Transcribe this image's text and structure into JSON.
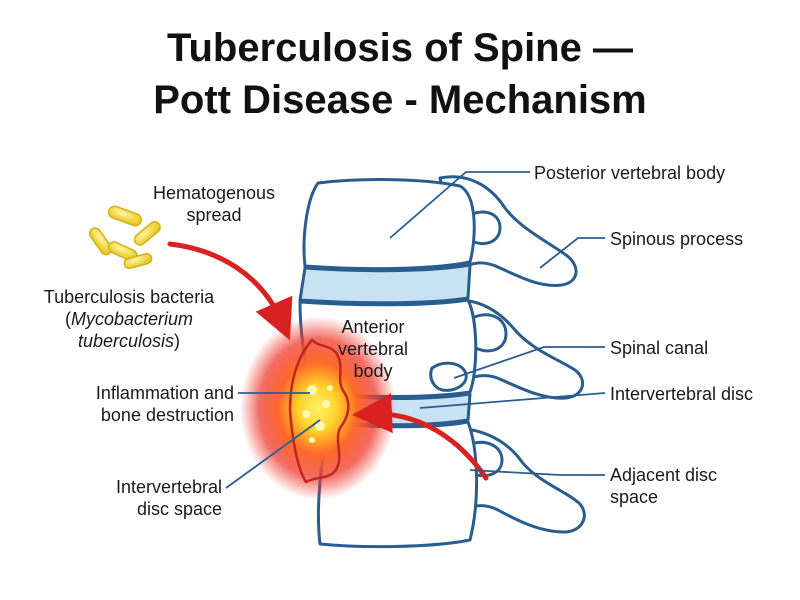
{
  "title": {
    "line1": "Tuberculosis of Spine —",
    "line2": "Pott Disease - Mechanism"
  },
  "labels": {
    "hematogenous_1": "Hematogenous",
    "hematogenous_2": "spread",
    "bacteria_1": "Tuberculosis bacteria",
    "bacteria_2_open": "(",
    "bacteria_2_italic": "Mycobacterium",
    "bacteria_3_italic": "tuberculosis",
    "bacteria_3_close": ")",
    "inflammation_1": "Inflammation and",
    "inflammation_2": "bone destruction",
    "disc_space_1": "Intervertebral",
    "disc_space_2": "disc space",
    "anterior_1": "Anterior",
    "anterior_2": "vertebral",
    "anterior_3": "body",
    "posterior": "Posterior vertebral body",
    "spinous": "Spinous process",
    "spinal_canal": "Spinal canal",
    "intervertebral_disc": "Intervertebral disc",
    "adjacent_1": "Adjacent disc",
    "adjacent_2": "space"
  },
  "colors": {
    "bone_outline": "#2a5d8f",
    "bone_fill": "#ffffff",
    "disc_fill": "#c8e2f4",
    "leader_line": "#2a5d8f",
    "arrow": "#d92121",
    "infection": "#f03a2e",
    "bacteria": "#f2d22b",
    "title": "#111111"
  },
  "icons": {
    "bacteria": "rod-bacteria-icon",
    "arrow": "curved-arrow-icon"
  }
}
